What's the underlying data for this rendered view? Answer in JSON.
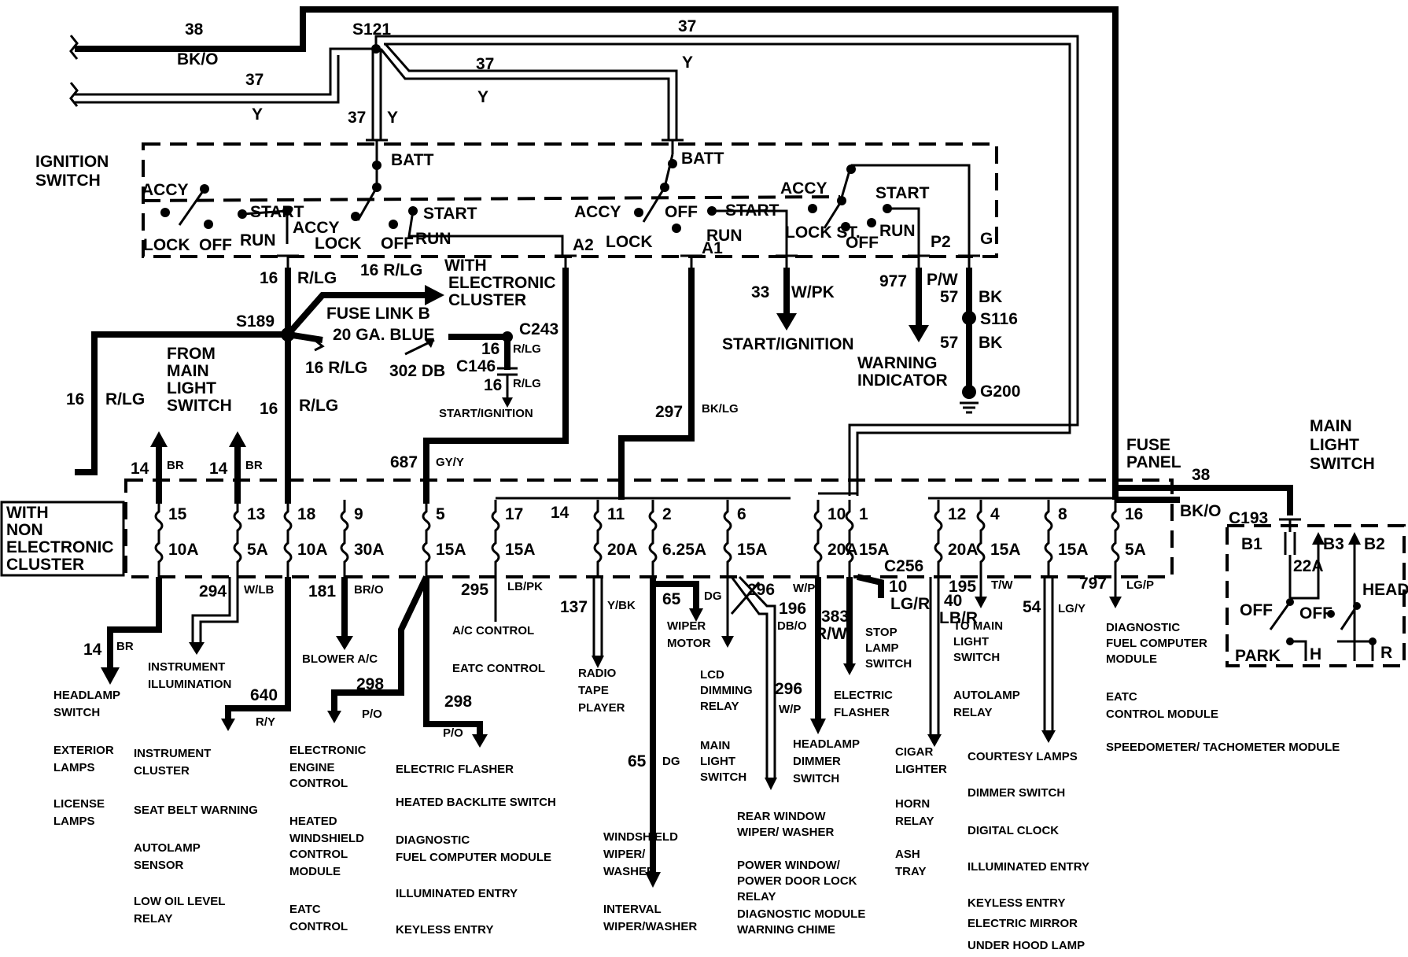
{
  "colors": {
    "ink": "#000000",
    "background": "#ffffff"
  },
  "top": {
    "w38": "38",
    "bko": "BK/O",
    "w37a": "37",
    "ya": "Y",
    "s121": "S121",
    "w37b": "37",
    "yb": "Y",
    "w37c": "37",
    "yc": "Y",
    "w37d": "37",
    "yd": "Y",
    "w37e": "37",
    "ye": "Y"
  },
  "ignition": {
    "title1": "IGNITION",
    "title2": "SWITCH",
    "batt": "BATT",
    "accy": "ACCY",
    "lock": "LOCK",
    "off": "OFF",
    "run": "RUN",
    "start": "START",
    "lockst": "LOCK ST.",
    "a1": "A1",
    "a2": "A2",
    "p2": "P2",
    "g": "G"
  },
  "mid": {
    "w16a": "16",
    "rlg": "R/LG",
    "s189": "S189",
    "w16b": "16 R/LG",
    "with_ec1": "WITH",
    "with_ec2": "ELECTRONIC",
    "with_ec3": "CLUSTER",
    "fuse_link": "FUSE LINK B",
    "ga_blue": "20 GA. BLUE",
    "c243": "C243",
    "c146": "C146",
    "w16c": "16",
    "rlg_s": "R/LG",
    "w302": "302 DB",
    "w16d": "16 R/LG",
    "w16e": "16",
    "start_ign_small": "START/IGNITION",
    "from1": "FROM",
    "from2": "MAIN",
    "from3": "LIGHT",
    "from4": "SWITCH",
    "w16f": "16",
    "rlg_f": "R/LG",
    "w16g": "16",
    "rlg_g": "R/LG",
    "w297": "297",
    "bklg": "BK/LG",
    "w33": "33",
    "wpk": "W/PK",
    "start_ign": "START/IGNITION",
    "w977": "977",
    "pw": "P/W",
    "w57a": "57",
    "bka": "BK",
    "s116": "S116",
    "w57b": "57",
    "bkb": "BK",
    "warn1": "WARNING",
    "warn2": "INDICATOR",
    "g200": "G200",
    "w687": "687",
    "gyy": "GY/Y",
    "w14a": "14",
    "bra": "BR",
    "w14b": "14",
    "brb": "BR"
  },
  "fuse_panel": {
    "title1": "FUSE",
    "title2": "PANEL",
    "w38": "38",
    "bko": "BK/O",
    "non1": "WITH",
    "non2": "NON",
    "non3": "ELECTRONIC",
    "non4": "CLUSTER",
    "c256": "C256",
    "fuses": [
      {
        "num": "15",
        "amp": "10A"
      },
      {
        "num": "13",
        "amp": "5A"
      },
      {
        "num": "18",
        "amp": "10A"
      },
      {
        "num": "9",
        "amp": "30A"
      },
      {
        "num": "5",
        "amp": "15A"
      },
      {
        "num": "17",
        "amp": "15A"
      },
      {
        "num": "14",
        "amp": ""
      },
      {
        "num": "11",
        "amp": "20A"
      },
      {
        "num": "2",
        "amp": "6.25A"
      },
      {
        "num": "6",
        "amp": "15A"
      },
      {
        "num": "10",
        "amp": "20A"
      },
      {
        "num": "1",
        "amp": "15A"
      },
      {
        "num": "12",
        "amp": "20A"
      },
      {
        "num": "4",
        "amp": "15A"
      },
      {
        "num": "8",
        "amp": "15A"
      },
      {
        "num": "16",
        "amp": "5A"
      }
    ]
  },
  "main_switch": {
    "t1": "MAIN",
    "t2": "LIGHT",
    "t3": "SWITCH",
    "c193": "C193",
    "b1": "B1",
    "b2": "B2",
    "b3": "B3",
    "a22": "22A",
    "off1": "OFF",
    "off2": "OFF",
    "head": "HEAD",
    "park": "PARK",
    "h": "H",
    "r": "R"
  },
  "wires_bottom": {
    "w14": "14",
    "br": "BR",
    "w294": "294",
    "wlb": "W/LB",
    "w640": "640",
    "ry": "R/Y",
    "w181": "181",
    "bro": "BR/O",
    "w298a": "298",
    "poa": "P/O",
    "w298b": "298",
    "pob": "P/O",
    "w295": "295",
    "lbpk": "LB/PK",
    "w137": "137",
    "ybk": "Y/BK",
    "w65a": "65",
    "dga": "DG",
    "w65b": "65",
    "dgb": "DG",
    "w296a": "296",
    "wpa": "W/P",
    "w296b": "296",
    "wpb": "W/P",
    "w196": "196",
    "dbo": "DB/O",
    "w383": "383",
    "rw": "R/W",
    "w10": "10",
    "lgr": "LG/R",
    "w40": "40",
    "lbr": "LB/R",
    "w195": "195",
    "tw": "T/W",
    "w54": "54",
    "lgy": "LG/Y",
    "w797": "797",
    "lgp": "LG/P"
  },
  "loads": {
    "col1": [
      "HEADLAMP",
      "SWITCH",
      "EXTERIOR",
      "LAMPS",
      "LICENSE",
      "LAMPS"
    ],
    "instr_illum": [
      "INSTRUMENT",
      "ILLUMINATION"
    ],
    "col2": [
      "INSTRUMENT",
      "CLUSTER",
      "SEAT BELT WARNING",
      "AUTOLAMP",
      "SENSOR",
      "LOW OIL LEVEL",
      "RELAY"
    ],
    "blower": "BLOWER A/C",
    "col3": [
      "ELECTRONIC",
      "ENGINE",
      "CONTROL",
      "HEATED",
      "WINDSHIELD",
      "CONTROL",
      "MODULE",
      "EATC",
      "CONTROL"
    ],
    "col4": [
      "ELECTRIC FLASHER",
      "HEATED BACKLITE SWITCH",
      "DIAGNOSTIC",
      "FUEL COMPUTER MODULE",
      "ILLUMINATED ENTRY",
      "KEYLESS ENTRY"
    ],
    "ac": "A/C CONTROL",
    "eatc": "EATC CONTROL",
    "radio": [
      "RADIO",
      "TAPE",
      "PLAYER"
    ],
    "wiper_motor": [
      "WIPER",
      "MOTOR"
    ],
    "wiper": [
      "WINDSHIELD",
      "WIPER/",
      "WASHER",
      "INTERVAL",
      "WIPER/WASHER"
    ],
    "lcd": [
      "LCD",
      "DIMMING",
      "RELAY",
      "MAIN",
      "LIGHT",
      "SWITCH"
    ],
    "rear": [
      "REAR WINDOW",
      "WIPER/ WASHER",
      "POWER WINDOW/",
      "POWER DOOR LOCK",
      "RELAY",
      "DIAGNOSTIC MODULE",
      "WARNING CHIME"
    ],
    "hdd": [
      "HEADLAMP",
      "DIMMER",
      "SWITCH"
    ],
    "stop": [
      "STOP",
      "LAMP",
      "SWITCH"
    ],
    "eflash": [
      "ELECTRIC",
      "FLASHER"
    ],
    "cigar": [
      "CIGAR",
      "LIGHTER",
      "HORN",
      "RELAY",
      "ASH",
      "TRAY"
    ],
    "tomain": [
      "TO MAIN",
      "LIGHT",
      "SWITCH",
      "AUTOLAMP",
      "RELAY"
    ],
    "courtesy": [
      "COURTESY LAMPS",
      "DIMMER SWITCH",
      "DIGITAL CLOCK",
      "ILLUMINATED ENTRY",
      "KEYLESS ENTRY",
      "ELECTRIC MIRROR",
      "UNDER HOOD LAMP"
    ],
    "diag": [
      "DIAGNOSTIC",
      "FUEL COMPUTER",
      "MODULE",
      "EATC",
      "CONTROL MODULE",
      "SPEEDOMETER/ TACHOMETER MODULE"
    ]
  }
}
